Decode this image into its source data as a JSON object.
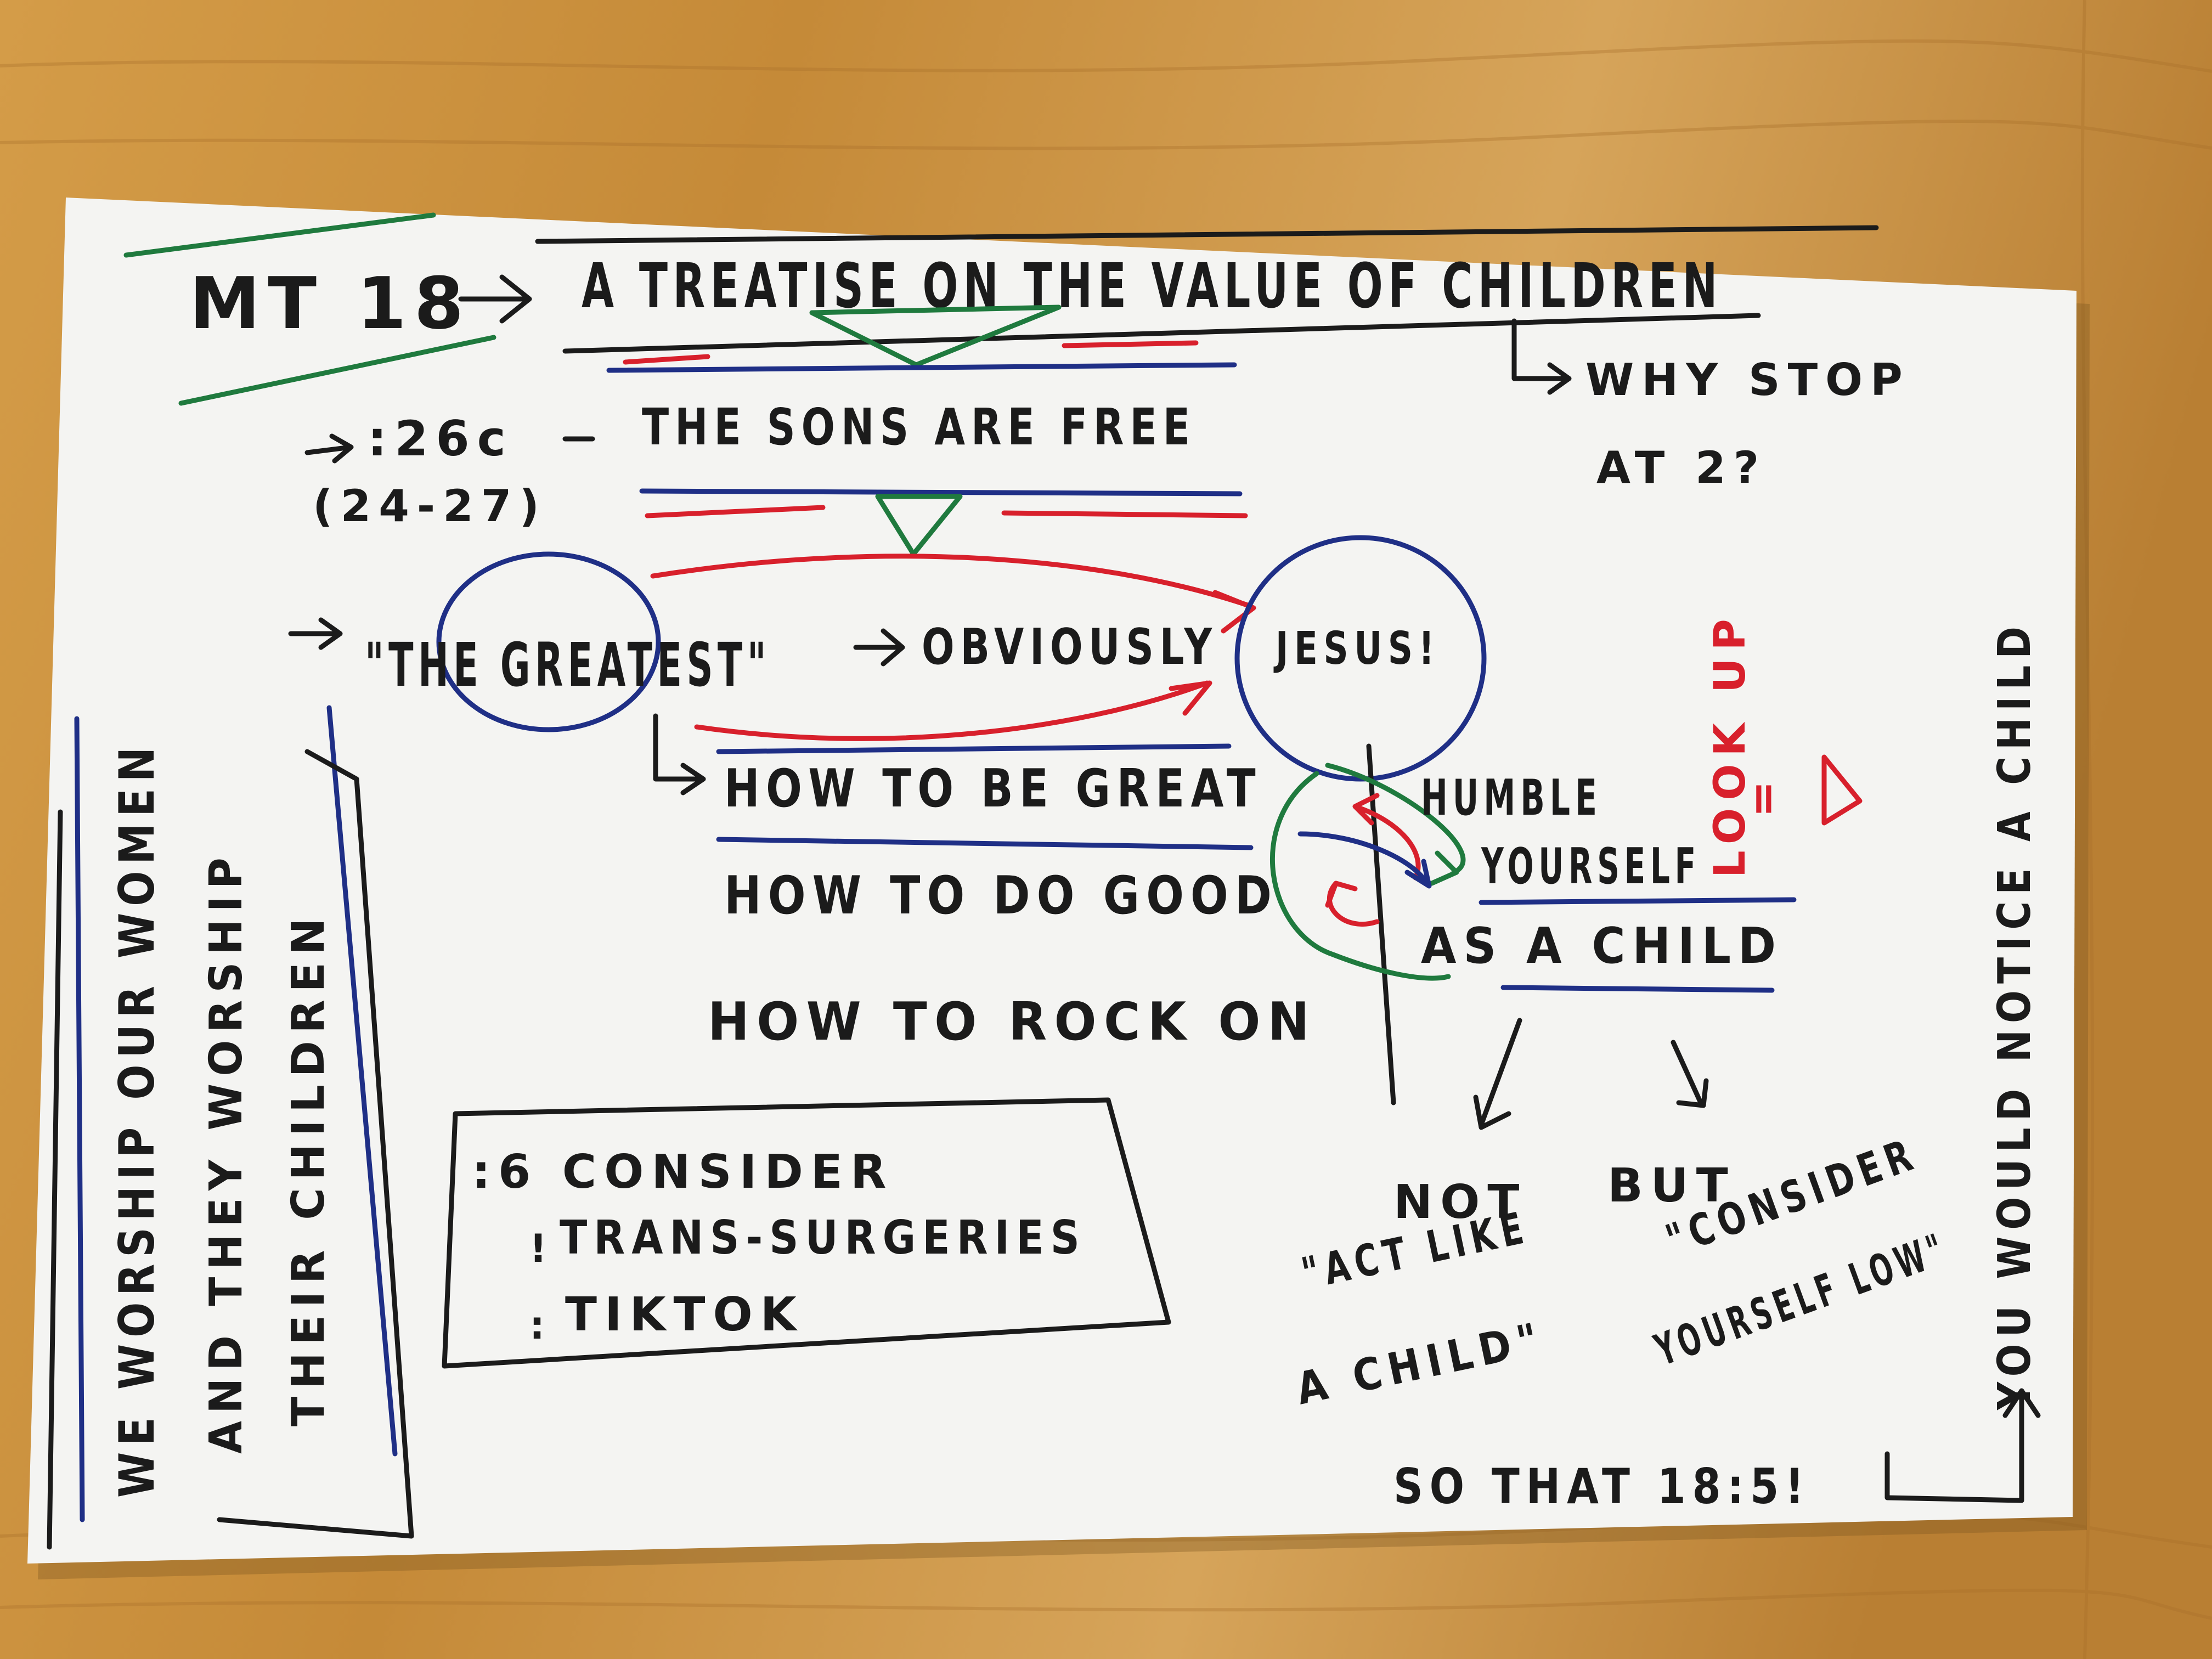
{
  "note": {
    "title_ref": "MT 18",
    "title_text": "A TREATISE ON THE VALUE OF CHILDREN",
    "why_stop_1": "WHY STOP",
    "why_stop_2": "AT 2?",
    "verse_ref": ":26c",
    "verse_range": "(24-27)",
    "sons_free": "THE SONS ARE FREE",
    "greatest": "\"THE GREATEST\"",
    "obviously": "OBVIOUSLY",
    "jesus": "JESUS!",
    "how_great": "HOW TO BE GREAT",
    "how_good": "HOW TO DO GOOD",
    "how_rock": "HOW TO ROCK ON",
    "humble": "HUMBLE",
    "yourself": "YOURSELF",
    "as_child": "AS A CHILD",
    "look_up": "LOOK UP",
    "look_up_sym": "=",
    "not_label": "NOT",
    "but_label": "BUT",
    "act_like_1": "\"ACT LIKE",
    "act_like_2": "A CHILD\"",
    "consider_1": "\"CONSIDER",
    "consider_2": "YOURSELF LOW\"",
    "so_that": "SO THAT 18:5!",
    "box_line1": ":6 CONSIDER",
    "box_line2": "TRANS-SURGERIES",
    "box_line3": "TIKTOK",
    "side_left_1": "WE WORSHIP OUR WOMEN",
    "side_left_2": "AND THEY WORSHIP",
    "side_left_3": "THEIR CHILDREN",
    "side_right": "YOU WOULD NOTICE A CHILD"
  },
  "colors": {
    "ink_black": "#1b1b1b",
    "ink_blue": "#1f2f86",
    "ink_red": "#d8202c",
    "ink_green": "#1f7a3e",
    "card": "#f4f4f2",
    "wood": "#c9953f"
  }
}
